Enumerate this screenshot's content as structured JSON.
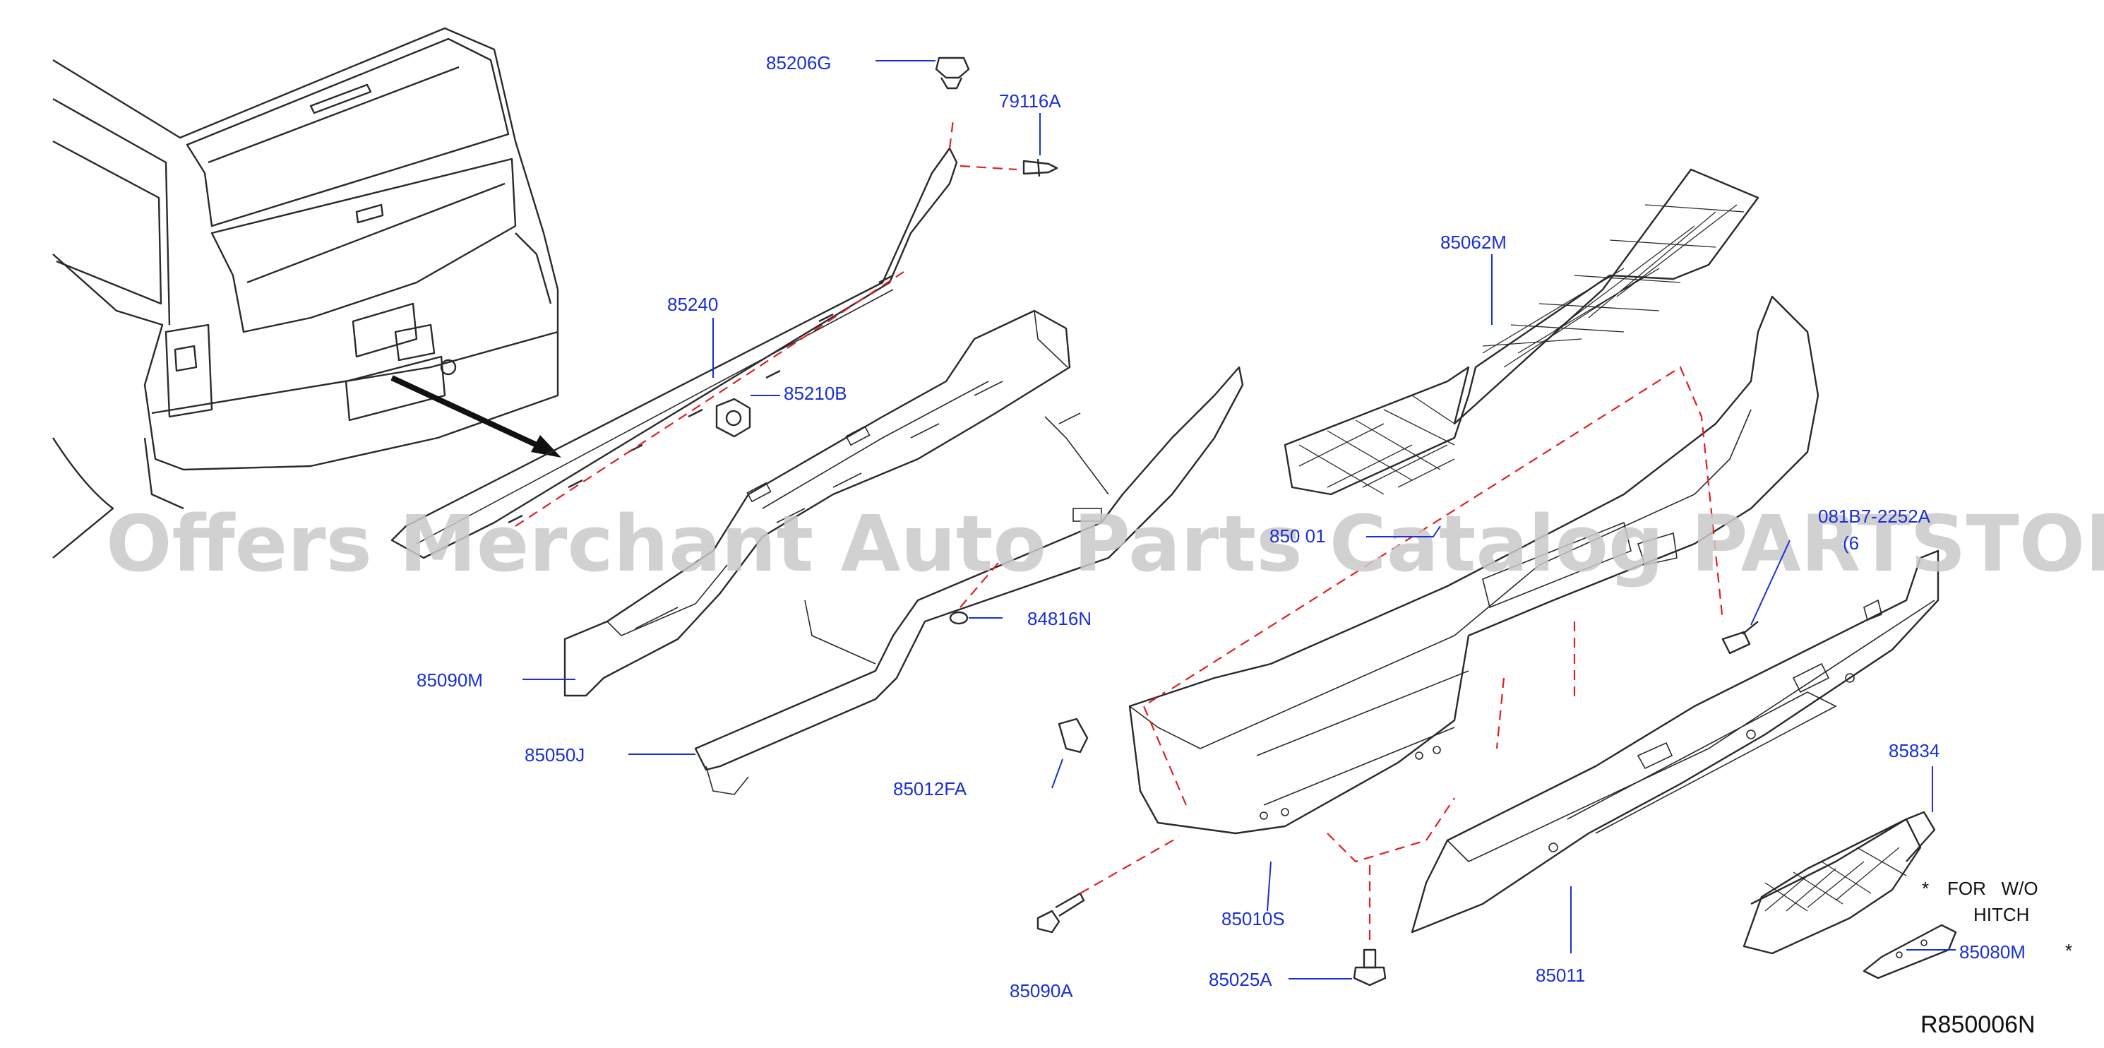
{
  "diagram": {
    "reference_code": "R850006N",
    "watermark": "Offers Merchant Auto Parts Catalog PARTSTORE.SA",
    "note": {
      "asterisk": "*",
      "line1": "FOR   W/O",
      "line2": "HITCH"
    },
    "parts": {
      "p85206G": "85206G",
      "p79116A": "79116A",
      "p85240": "85240",
      "p85210B": "85210B",
      "p85090M": "85090M",
      "p85050J": "85050J",
      "p84816N": "84816N",
      "p85062M": "85062M",
      "p850_01": "850 01",
      "p081B7": "081B7-2252A",
      "p081B7_qty": "(6",
      "p85012FA": "85012FA",
      "p85090A": "85090A",
      "p85010S": "85010S",
      "p85025A": "85025A",
      "p85011": "85011",
      "p85834": "85834",
      "p85080M": "85080M",
      "p85080M_mark": "*"
    }
  }
}
